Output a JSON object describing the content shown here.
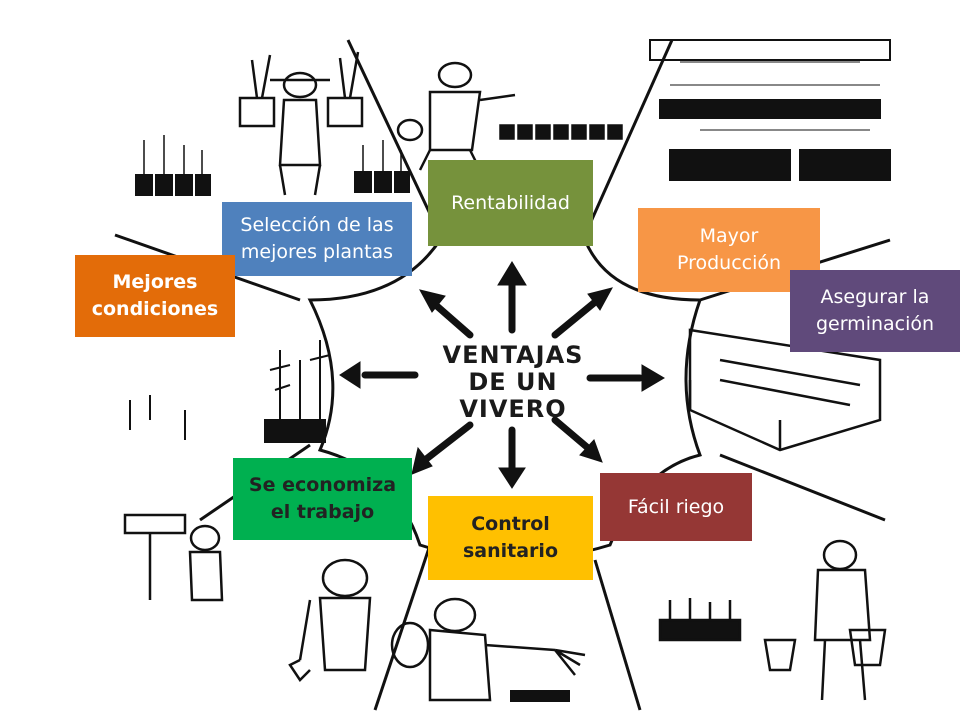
{
  "center": {
    "title": "VENTAJAS\nDE UN\nVIVERO"
  },
  "labels": {
    "rentabilidad": {
      "text": "Rentabilidad",
      "color": "#76923c"
    },
    "seleccion": {
      "text": "Selección de las\nmejores plantas",
      "color": "#4f81bd"
    },
    "mayor_produccion": {
      "text": "Mayor\nProducción",
      "color": "#f79646"
    },
    "mejores_condiciones": {
      "text": "Mejores\ncondiciones",
      "color": "#e36c09"
    },
    "asegurar": {
      "text": "Asegurar la\ngerminación",
      "color": "#604a7b"
    },
    "economiza": {
      "text": "Se economiza\nel trabajo",
      "color": "#00b050"
    },
    "control": {
      "text": "Control\nsanitario",
      "color": "#ffc000"
    },
    "riego": {
      "text": "Fácil riego",
      "color": "#953735"
    }
  },
  "illustration": {
    "style": "black-and-white line drawing",
    "ink_color": "#111111"
  }
}
